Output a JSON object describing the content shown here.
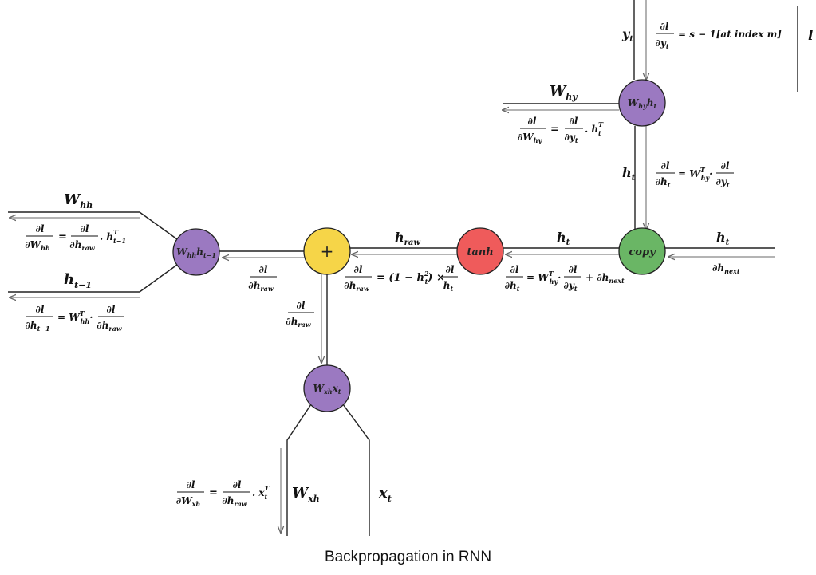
{
  "caption": "Backpropagation in RNN",
  "colors": {
    "node_weight": "#9b79c1",
    "node_add": "#f6d548",
    "node_tanh": "#ef5b5b",
    "node_copy": "#6ab665",
    "stroke": "#222222",
    "gradient_line": "#888888"
  },
  "nodes": {
    "whh": {
      "main": "W",
      "sub": "hh",
      "after": "h",
      "after_sub": "t−1"
    },
    "add": {
      "label": "+"
    },
    "tanh": {
      "label": "tanh"
    },
    "copy": {
      "label": "copy"
    },
    "why": {
      "main": "W",
      "sub": "hy",
      "after": "h",
      "after_sub": "t"
    },
    "wxh": {
      "main": "W",
      "sub": "xh",
      "after": "x",
      "after_sub": "t"
    }
  },
  "labels": {
    "y_t": {
      "base": "y",
      "sub": "t"
    },
    "dl_dyt": {
      "num": "∂l",
      "den": "∂y",
      "den_sub": "t",
      "rest": "= s − 1[at index m]"
    },
    "l": "l",
    "W_hy": {
      "base": "W",
      "sub": "hy"
    },
    "dl_dWhy": {
      "num": "∂l",
      "den": "∂W",
      "den_sub": "hy",
      "eq": "=",
      "num2": "∂l",
      "den2": "∂y",
      "den2_sub": "t",
      "tail": ". h",
      "tail_sup": "T",
      "tail_sub": "t"
    },
    "h_t_vertical": {
      "base": "h",
      "sub": "t"
    },
    "dl_dht_vertical": {
      "num": "∂l",
      "den": "∂h",
      "den_sub": "t",
      "eq": "= W",
      "w_sup": "T",
      "w_sub": "hy",
      "dot": "·",
      "num2": "∂l",
      "den2": "∂y",
      "den2_sub": "t"
    },
    "h_t_right": {
      "base": "h",
      "sub": "t"
    },
    "dh_next": {
      "base": "∂h",
      "sub": "next"
    },
    "h_t_mid": {
      "base": "h",
      "sub": "t"
    },
    "dl_dht_mid": {
      "num": "∂l",
      "den": "∂h",
      "den_sub": "t",
      "eq": "= W",
      "w_sup": "T",
      "w_sub": "hy",
      "dot": "·",
      "num2": "∂l",
      "den2": "∂y",
      "den2_sub": "t",
      "tail": "+ ∂h",
      "tail_sub": "next"
    },
    "h_raw": {
      "base": "h",
      "sub": "raw"
    },
    "dl_dhraw_tanh": {
      "num": "∂l",
      "den": "∂h",
      "den_sub": "raw",
      "eq": "= (1 − h",
      "sq_sup": "2",
      "sq_sub": "t",
      "close": ") ×",
      "num2": "∂l",
      "den2": "h",
      "den2_sub": "t"
    },
    "dl_dhraw_left": {
      "num": "∂l",
      "den": "∂h",
      "den_sub": "raw"
    },
    "dl_dhraw_down": {
      "num": "∂l",
      "den": "∂h",
      "den_sub": "raw"
    },
    "W_hh": {
      "base": "W",
      "sub": "hh"
    },
    "dl_dWhh": {
      "num": "∂l",
      "den": "∂W",
      "den_sub": "hh",
      "eq": "=",
      "num2": "∂l",
      "den2": "∂h",
      "den2_sub": "raw",
      "tail": ". h",
      "tail_sup": "T",
      "tail_sub": "t−1"
    },
    "h_tm1": {
      "base": "h",
      "sub": "t−1"
    },
    "dl_dhtm1": {
      "num": "∂l",
      "den": "∂h",
      "den_sub": "t−1",
      "eq": "= W",
      "w_sup": "T",
      "w_sub": "hh",
      "dot": "·",
      "num2": "∂l",
      "den2": "∂h",
      "den2_sub": "raw"
    },
    "dl_dWxh": {
      "num": "∂l",
      "den": "∂W",
      "den_sub": "xh",
      "eq": "=",
      "num2": "∂l",
      "den2": "∂h",
      "den2_sub": "raw",
      "tail": ". x",
      "tail_sup": "T",
      "tail_sub": "t"
    },
    "W_xh": {
      "base": "W",
      "sub": "xh"
    },
    "x_t": {
      "base": "x",
      "sub": "t"
    }
  }
}
